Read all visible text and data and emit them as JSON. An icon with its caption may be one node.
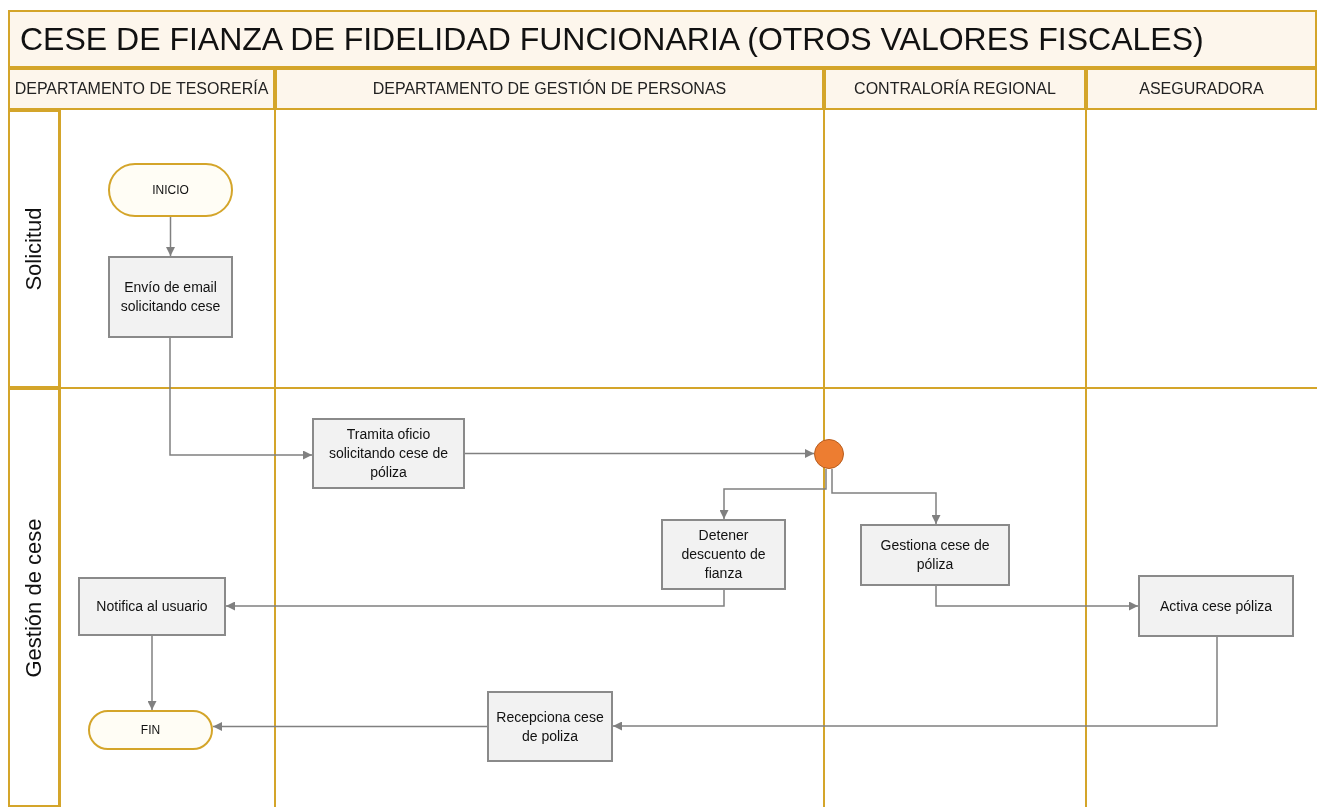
{
  "diagram": {
    "title": "CESE DE FIANZA DE FIDELIDAD FUNCIONARIA (OTROS VALORES FISCALES)",
    "nodes": [
      {
        "text": [
          "DEPARTAMENTO DE TESORERÍA"
        ]
      },
      {
        "text": [
          "DEPARTAMENTO DE GESTIÓN DE PERSONAS"
        ]
      },
      {
        "text": [
          "CONTRALORÍA REGIONAL"
        ]
      },
      {
        "text": [
          "ASEGURADORA"
        ]
      },
      {
        "text": [
          "Solicitud"
        ]
      },
      {
        "text": [
          "Gestión de cese"
        ]
      },
      {
        "text": [
          "INICIO"
        ]
      },
      {
        "text": [
          "Envío de email solicitando cese"
        ]
      },
      {
        "text": [
          "Tramita oficio solicitando cese de póliza"
        ]
      },
      {
        "text": [],
        "shape": "circle"
      },
      {
        "text": [
          "Detener descuento de fianza"
        ]
      },
      {
        "text": [
          "Gestiona cese de póliza"
        ]
      },
      {
        "text": [
          "Notifica al usuario"
        ]
      },
      {
        "text": [
          "Activa cese póliza"
        ]
      },
      {
        "text": [
          "Recepciona cese de poliza"
        ]
      },
      {
        "text": [
          "FIN"
        ]
      }
    ],
    "edges": [
      {
        "from": 6,
        "to": 7,
        "arrow": "to"
      },
      {
        "from": 7,
        "to": 8,
        "arrow": "to"
      },
      {
        "from": 8,
        "to": 9,
        "arrow": "to"
      },
      {
        "from": 9,
        "to": 10,
        "arrow": "to"
      },
      {
        "from": 9,
        "to": 11,
        "arrow": "to"
      },
      {
        "from": 10,
        "to": 12,
        "arrow": "to"
      },
      {
        "from": 11,
        "to": 13,
        "arrow": "to"
      },
      {
        "from": 12,
        "to": 15,
        "arrow": "to"
      },
      {
        "from": 13,
        "to": 14,
        "arrow": "to"
      },
      {
        "from": 14,
        "to": 15,
        "arrow": "to"
      }
    ]
  }
}
